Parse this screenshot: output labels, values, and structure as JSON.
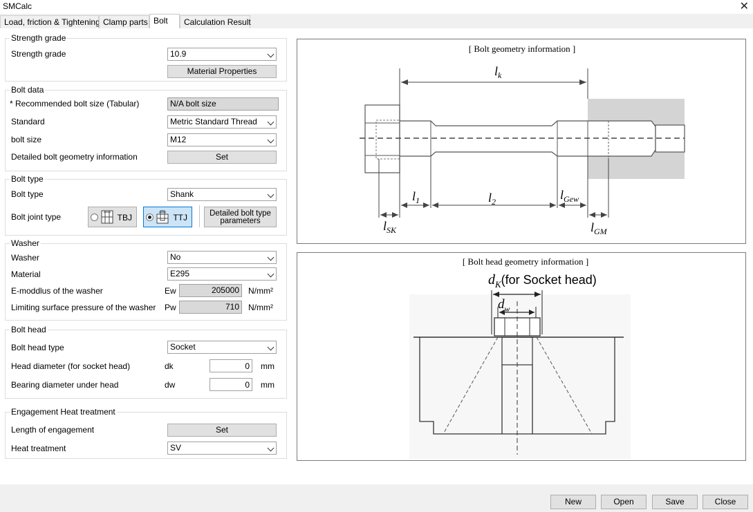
{
  "window": {
    "title": "SMCalc",
    "close_glyph": "✕"
  },
  "tabs": [
    {
      "label": "Load, friction & Tightening"
    },
    {
      "label": "Clamp parts"
    },
    {
      "label": "Bolt"
    },
    {
      "label": "Calculation Result"
    }
  ],
  "strength_grade": {
    "group_title": "Strength grade",
    "label": "Strength grade",
    "value": "10.9",
    "material_button": "Material Properties"
  },
  "bolt_data": {
    "group_title": "Bolt data",
    "recommended_label": "* Recommended bolt size (Tabular)",
    "recommended_value": "N/A bolt size",
    "standard_label": "Standard",
    "standard_value": "Metric Standard Thread",
    "size_label": "bolt size",
    "size_value": "M12",
    "geometry_label": "Detailed bolt geometry information",
    "geometry_button": "Set"
  },
  "bolt_type": {
    "group_title": "Bolt type",
    "type_label": "Bolt type",
    "type_value": "Shank",
    "joint_label": "Bolt joint type",
    "tbj_label": "TBJ",
    "ttj_label": "TTJ",
    "selected_joint": "TTJ",
    "params_button_line1": "Detailed bolt type",
    "params_button_line2": "parameters"
  },
  "washer": {
    "group_title": "Washer",
    "washer_label": "Washer",
    "washer_value": "No",
    "material_label": "Material",
    "material_value": "E295",
    "emod_label": "E-moddlus of the washer",
    "emod_symbol": "Ew",
    "emod_value": "205000",
    "emod_unit": "N/mm²",
    "pressure_label": "Limiting surface pressure of the washer",
    "pressure_symbol": "Pw",
    "pressure_value": "710",
    "pressure_unit": "N/mm²"
  },
  "bolt_head": {
    "group_title": "Bolt head",
    "type_label": "Bolt head type",
    "type_value": "Socket",
    "dk_label": "Head diameter (for socket head)",
    "dk_symbol": "dk",
    "dk_value": "0",
    "dk_unit": "mm",
    "dw_label": "Bearing diameter under head",
    "dw_symbol": "dw",
    "dw_value": "0",
    "dw_unit": "mm"
  },
  "engagement": {
    "group_title": "Engagement  Heat treatment",
    "length_label": "Length of engagement",
    "length_button": "Set",
    "heat_label": "Heat treatment",
    "heat_value": "SV"
  },
  "geometry_panel": {
    "title": "[ Bolt geometry information ]",
    "labels": {
      "lk": "l",
      "lk_sub": "k",
      "l1": "l",
      "l1_sub": "1",
      "l2": "l",
      "l2_sub": "2",
      "lgew": "l",
      "lgew_sub": "Gew",
      "lsk": "l",
      "lsk_sub": "SK",
      "lgm": "l",
      "lgm_sub": "GM"
    }
  },
  "head_panel": {
    "title": "[ Bolt  head geometry information ]",
    "dk_main": "d",
    "dk_sub": "K",
    "dk_note": "(for Socket head)",
    "dw_main": "d",
    "dw_sub": "w"
  },
  "footer": {
    "new": "New",
    "open": "Open",
    "save": "Save",
    "close": "Close"
  },
  "icons": {
    "close": "close-icon",
    "chevron": "chevron-down-icon",
    "tbj": "tbj-joint-icon",
    "ttj": "ttj-joint-icon"
  }
}
